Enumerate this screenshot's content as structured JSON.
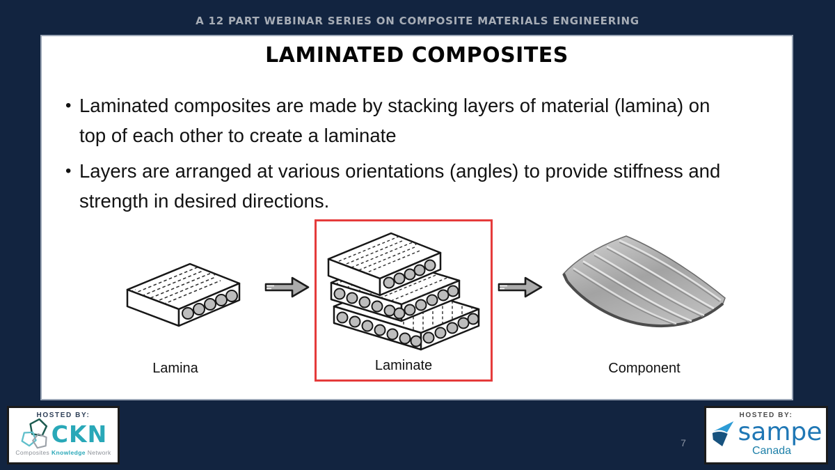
{
  "header": {
    "series_title": "A 12 PART WEBINAR SERIES ON COMPOSITE MATERIALS ENGINEERING"
  },
  "slide": {
    "title": "LAMINATED COMPOSITES",
    "bullet_glyph": "•",
    "bullets": [
      "Laminated composites are made by stacking layers of material (lamina) on top of each other to create a laminate",
      "Layers are arranged at various orientations (angles) to provide stiffness and strength in desired directions."
    ],
    "figures": [
      {
        "label": "Lamina",
        "highlighted": false
      },
      {
        "label": "Laminate",
        "highlighted": true
      },
      {
        "label": "Component",
        "highlighted": false
      }
    ]
  },
  "icons": {
    "flow_arrow": "block-right-arrow"
  },
  "footer": {
    "page_number": "7",
    "ckn": {
      "hosted_by": "HOSTED BY:",
      "name": "CKN",
      "tagline_parts": [
        "Composites",
        "Knowledge",
        "Network"
      ]
    },
    "sampe": {
      "hosted_by": "HOSTED BY:",
      "name": "sampe",
      "region": "Canada"
    }
  },
  "colors": {
    "background_navy": "#122440",
    "highlight_red": "#e53b3b",
    "ckn_teal": "#29a8b8",
    "sampe_blue": "#1f77b5",
    "canada_teal": "#1c7fa8",
    "arrow_gray": "#ababab",
    "header_text": "#a7adb6"
  }
}
